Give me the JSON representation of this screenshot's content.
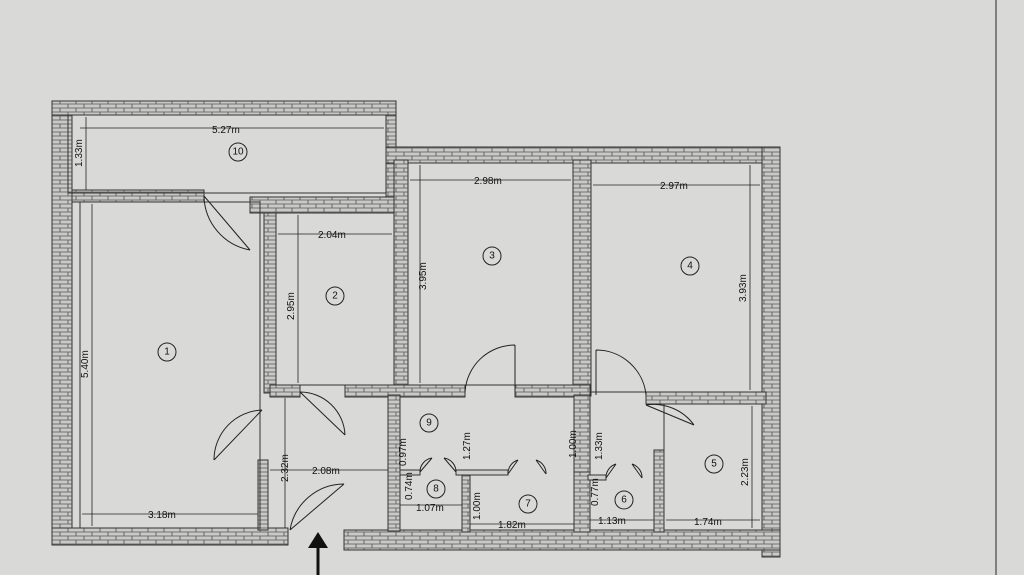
{
  "rooms": [
    {
      "id": "1",
      "label": "1"
    },
    {
      "id": "2",
      "label": "2"
    },
    {
      "id": "3",
      "label": "3"
    },
    {
      "id": "4",
      "label": "4"
    },
    {
      "id": "5",
      "label": "5"
    },
    {
      "id": "6",
      "label": "6"
    },
    {
      "id": "7",
      "label": "7"
    },
    {
      "id": "8",
      "label": "8"
    },
    {
      "id": "9",
      "label": "9"
    },
    {
      "id": "10",
      "label": "10"
    }
  ],
  "dimensions": {
    "room10_width": "5.27m",
    "room10_depth": "1.33m",
    "room1_height": "5.40m",
    "room1_width": "3.18m",
    "room2_width": "2.04m",
    "room2_height": "2.95m",
    "room3_width": "2.98m",
    "room3_height": "3.95m",
    "room4_width": "2.97m",
    "room4_height": "3.93m",
    "hall_width": "2.08m",
    "hall_height": "2.32m",
    "room9_a": "0.97m",
    "room9_b": "1.27m",
    "corridor_a": "1.00m",
    "corridor_b": "1.33m",
    "room8_a": "0.74m",
    "room8_b": "1.07m",
    "room7_a": "1.00m",
    "room7_b": "1.82m",
    "room6_a": "0.77m",
    "room6_b": "1.13m",
    "room5_width": "1.74m",
    "room5_height": "2.23m"
  }
}
